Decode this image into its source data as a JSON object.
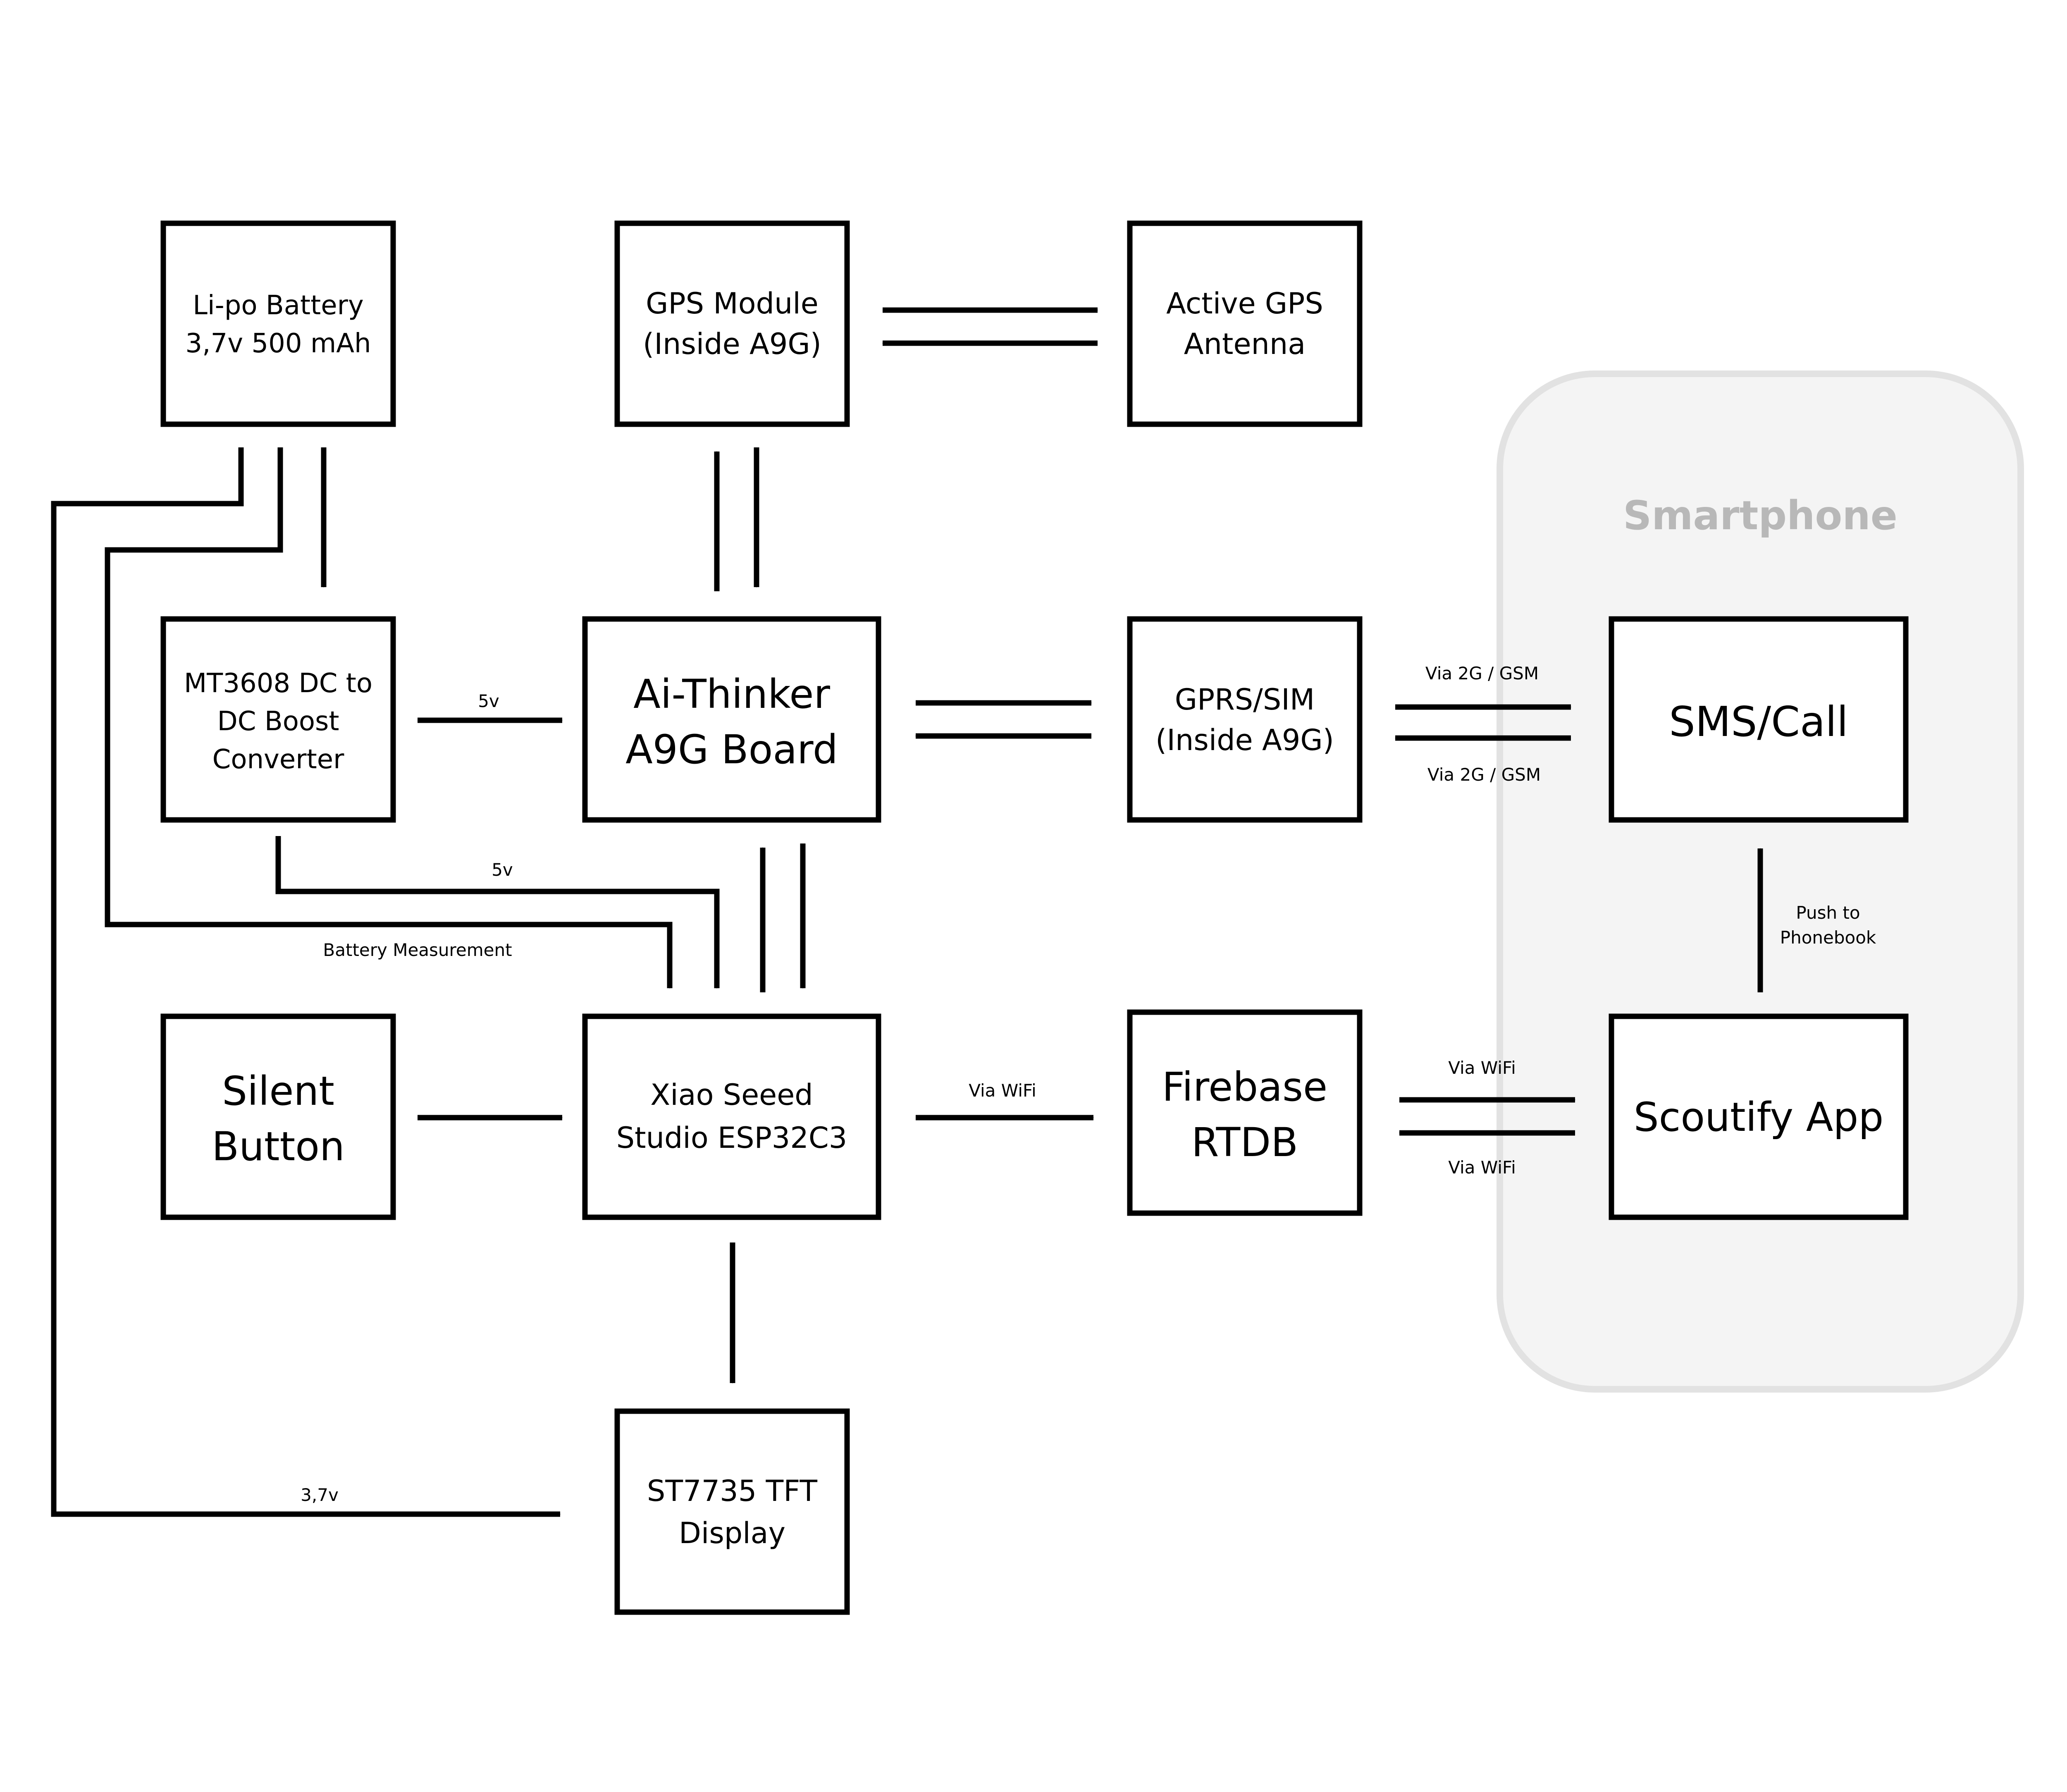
{
  "smartphone": {
    "title": "Smartphone",
    "frame_color": "#f4f4f4",
    "border_color": "#e2e2e2",
    "title_color": "#b8b8b8"
  },
  "blocks": {
    "battery": [
      "Li-po Battery",
      "3,7v 500 mAh"
    ],
    "gps_module": [
      "GPS Module",
      "(Inside A9G)"
    ],
    "gps_antenna": [
      "Active GPS",
      "Antenna"
    ],
    "boost": [
      "MT3608 DC to",
      "DC Boost",
      "Converter"
    ],
    "a9g": [
      "Ai-Thinker",
      "A9G Board"
    ],
    "gprs": [
      "GPRS/SIM",
      "(Inside A9G)"
    ],
    "sms": [
      "SMS/Call"
    ],
    "silent": [
      "Silent",
      "Button"
    ],
    "xiao": [
      "Xiao Seeed",
      "Studio ESP32C3"
    ],
    "firebase": [
      "Firebase",
      "RTDB"
    ],
    "app": [
      "Scoutify App"
    ],
    "tft": [
      "ST7735 TFT",
      "Display"
    ]
  },
  "labels": {
    "boost_to_a9g": "5v",
    "boost_to_xiao": "5v",
    "battery_measurement": "Battery Measurement",
    "battery_to_tft": "3,7v",
    "gprs_to_sms": "Via 2G / GSM",
    "sms_to_gprs": "Via 2G / GSM",
    "xiao_to_firebase": "Via WiFi",
    "firebase_to_app": "Via WiFi",
    "app_to_firebase": "Via WiFi",
    "push_line1": "Push to",
    "push_line2": "Phonebook"
  }
}
